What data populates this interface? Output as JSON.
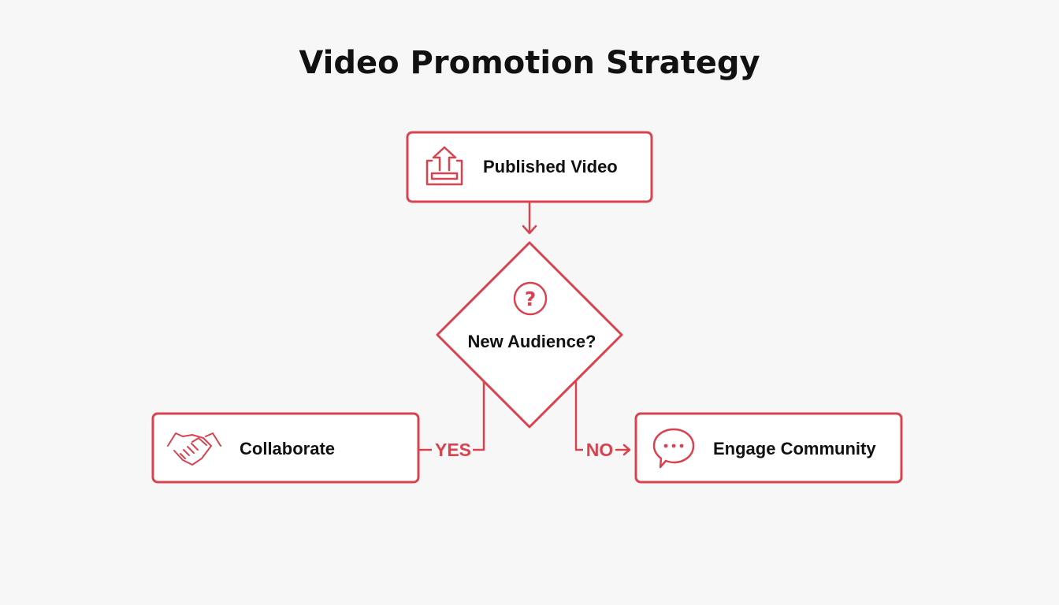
{
  "title": "Video Promotion Strategy",
  "colors": {
    "accent": "#d94350",
    "text": "#111111",
    "background": "#f7f7f7"
  },
  "nodes": {
    "start": {
      "label": "Published Video",
      "icon": "upload-icon"
    },
    "decision": {
      "label": "New Audience?",
      "icon": "question-icon"
    },
    "yes_target": {
      "label": "Collaborate",
      "icon": "handshake-icon"
    },
    "no_target": {
      "label": "Engage Community",
      "icon": "chat-bubble-icon"
    }
  },
  "branches": {
    "yes": "YES",
    "no": "NO"
  }
}
